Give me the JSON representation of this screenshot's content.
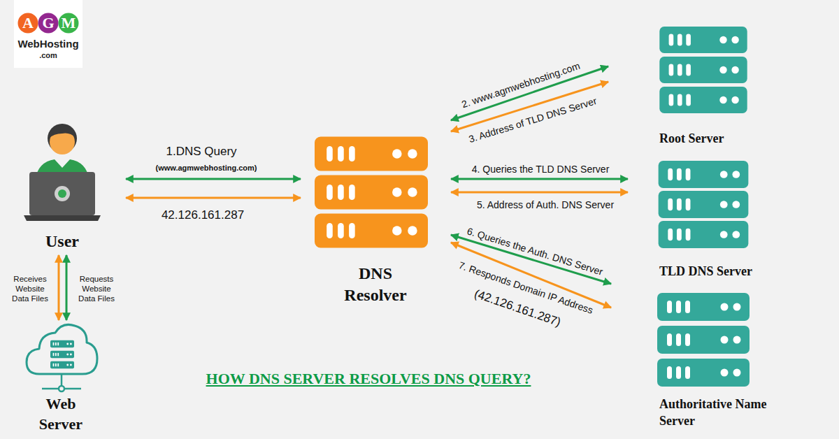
{
  "diagram": {
    "title": "HOW DNS SERVER RESOLVES DNS QUERY?",
    "nodes": [
      {
        "text": [
          "User"
        ]
      },
      {
        "text": [
          "DNS Resolver"
        ]
      },
      {
        "text": [
          "Root Server"
        ]
      },
      {
        "text": [
          "TLD DNS Server"
        ]
      },
      {
        "text": [
          "Authoritative Name Server"
        ]
      },
      {
        "text": [
          "Web Server"
        ]
      }
    ],
    "edges": [
      {
        "from": 0,
        "to": 1,
        "label": "1.DNS Query",
        "arrow": "both"
      },
      {
        "from": 1,
        "to": 0,
        "label": "42.126.161.287",
        "arrow": "both"
      },
      {
        "from": 1,
        "to": 2,
        "label": "2. www.agmwebhosting.com",
        "arrow": "both"
      },
      {
        "from": 2,
        "to": 1,
        "label": "3. Address of TLD DNS Server",
        "arrow": "both"
      },
      {
        "from": 1,
        "to": 3,
        "label": "4. Queries the TLD DNS Server",
        "arrow": "both"
      },
      {
        "from": 3,
        "to": 1,
        "label": "5. Address of Auth. DNS Server",
        "arrow": "both"
      },
      {
        "from": 1,
        "to": 4,
        "label": "6. Queries the Auth. DNS Server",
        "arrow": "both"
      },
      {
        "from": 4,
        "to": 1,
        "label": "7. Responds Domain IP Address",
        "arrow": "both"
      },
      {
        "from": 0,
        "to": 5,
        "label": "Requests Website Data Files",
        "arrow": "both"
      },
      {
        "from": 5,
        "to": 0,
        "label": "Receives Website Data Files",
        "arrow": "both"
      }
    ],
    "labels": [
      "A",
      "G",
      "M",
      "WebHosting",
      ".com",
      "(www.agmwebhosting.com)",
      "(42.126.161.287)"
    ]
  }
}
